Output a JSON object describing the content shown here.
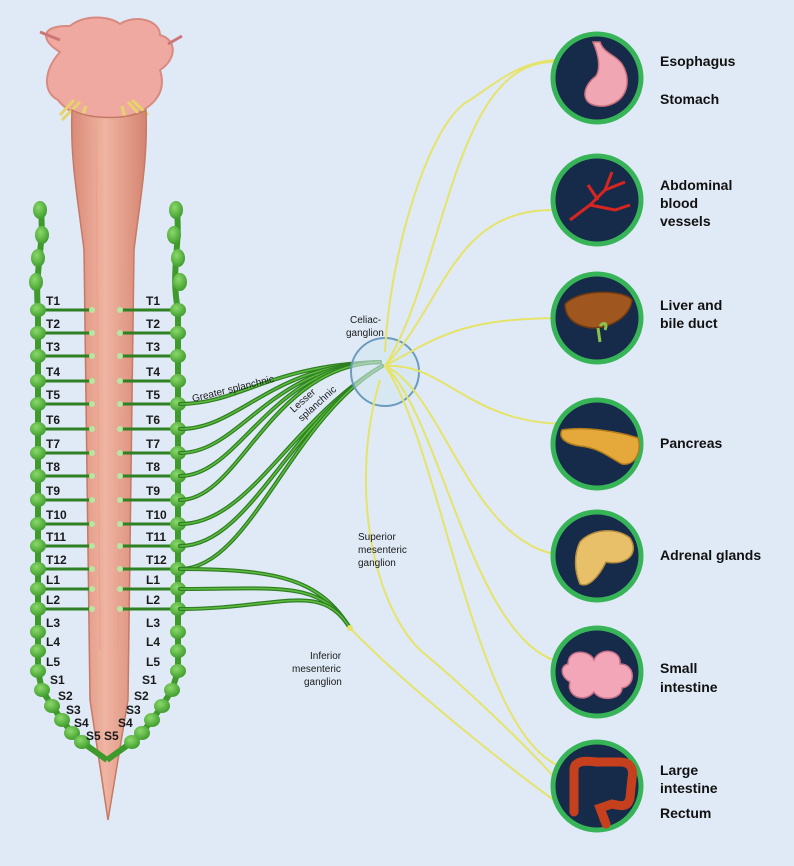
{
  "spine_segments": [
    "T1",
    "T2",
    "T3",
    "T4",
    "T5",
    "T6",
    "T7",
    "T8",
    "T9",
    "T10",
    "T11",
    "T12",
    "L1",
    "L2",
    "L3",
    "L4",
    "L5",
    "S1",
    "S2",
    "S3",
    "S4",
    "S5"
  ],
  "nerves": {
    "greater_splanchnic": "Greater splanchnic",
    "lesser_splanchnic": [
      "Lesser",
      "splanchnic"
    ]
  },
  "ganglia": {
    "celiac": [
      "Celiac-",
      "ganglion"
    ],
    "superior_mesenteric": [
      "Superior",
      "mesenteric",
      "ganglion"
    ],
    "inferior_mesenteric": [
      "Inferior",
      "mesenteric",
      "ganglion"
    ]
  },
  "organs": [
    {
      "id": "stomach",
      "labels": [
        "Esophagus",
        "Stomach"
      ]
    },
    {
      "id": "vessels",
      "labels": [
        "Abdominal",
        "blood",
        "vessels"
      ]
    },
    {
      "id": "liver",
      "labels": [
        "Liver and",
        "bile duct"
      ]
    },
    {
      "id": "pancreas",
      "labels": [
        "Pancreas"
      ]
    },
    {
      "id": "adrenal",
      "labels": [
        "Adrenal glands"
      ]
    },
    {
      "id": "small-intestine",
      "labels": [
        "Small",
        "intestine"
      ]
    },
    {
      "id": "large-intestine",
      "labels": [
        "Large",
        "intestine",
        "Rectum"
      ]
    }
  ],
  "colors": {
    "background": "#dfeaf6",
    "spinal_cord": "#e8a38f",
    "brain": "#f0a9a0",
    "chain": "#5dbb3f",
    "chain_dark": "#2f7f23",
    "nerve_yellow": "#e6e36b",
    "organ_circle": "#162a4a",
    "organ_ring": "#37b457"
  }
}
